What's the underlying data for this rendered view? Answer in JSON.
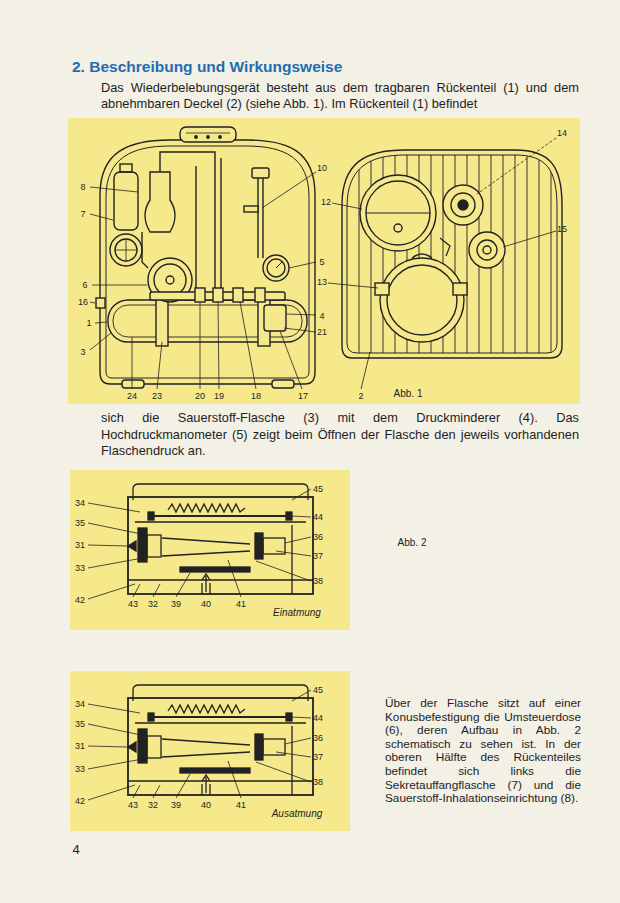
{
  "diagram": {
    "title": "2. Beschreibung und Wirkungsweise",
    "labels": [
      "Das Wiederbelebungsgerät besteht aus dem tragbaren Rückenteil (1) und dem abnehmbaren Deckel (2) (siehe Abb. 1). Im Rückenteil (1) befindet",
      "10",
      "8",
      "7",
      "6",
      "16",
      "1",
      "3",
      "24",
      "23",
      "20",
      "19",
      "18",
      "17",
      "5",
      "4",
      "21",
      "12",
      "14",
      "15",
      "13",
      "2",
      "Abb. 1",
      "sich die Sauerstoff-Flasche (3) mit dem Druckminderer (4). Das Hochdruckmanometer (5) zeigt beim Öffnen der Flasche den jeweils vorhandenen Flaschendruck an.",
      "34",
      "35",
      "31",
      "33",
      "42",
      "43",
      "32",
      "39",
      "40",
      "41",
      "Einatmung",
      "45",
      "44",
      "36",
      "37",
      "38",
      "Abb. 2",
      "34",
      "35",
      "31",
      "33",
      "42",
      "43",
      "32",
      "39",
      "40",
      "41",
      "Ausatmung",
      "45",
      "44",
      "36",
      "37",
      "38",
      "Über der Flasche sitzt auf einer Konusbefestigung die Umsteuerdose (6), deren Aufbau in Abb. 2 schematisch zu sehen ist. In der oberen Hälfte des Rückenteiles befindet sich links die Sekretauffangflasche (7) und die Sauerstoff-Inhalationseinrichtung (8).",
      "4"
    ]
  }
}
